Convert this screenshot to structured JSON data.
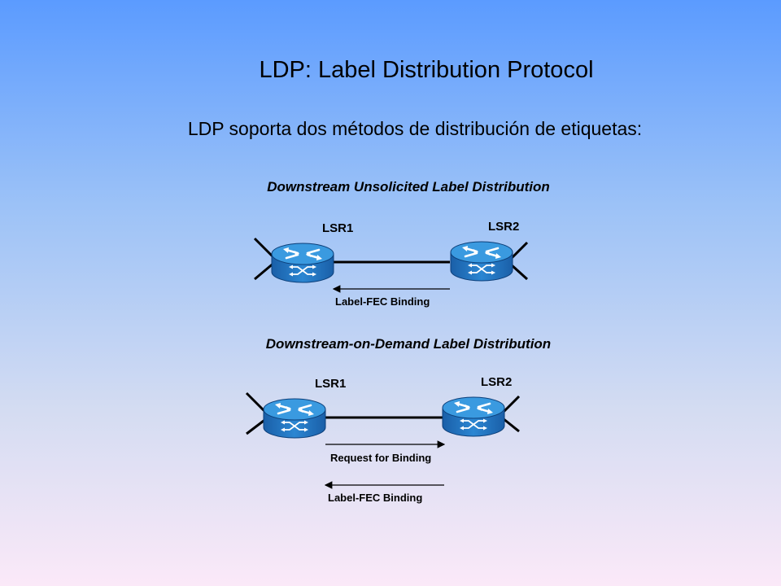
{
  "slide": {
    "title": "LDP: Label Distribution Protocol",
    "subtitle": "LDP soporta dos métodos de distribución de etiquetas:"
  },
  "diagrams": [
    {
      "heading": "Downstream Unsolicited Label Distribution",
      "router_left": "LSR1",
      "router_right": "LSR2",
      "arrows": [
        {
          "label": "Label-FEC Binding",
          "direction": "right-to-left"
        }
      ]
    },
    {
      "heading": "Downstream-on-Demand Label Distribution",
      "router_left": "LSR1",
      "router_right": "LSR2",
      "arrows": [
        {
          "label": "Request for Binding",
          "direction": "left-to-right"
        },
        {
          "label": "Label-FEC Binding",
          "direction": "right-to-left"
        }
      ]
    }
  ],
  "colors": {
    "router_top": "#2b8fd6",
    "router_side": "#1466b2",
    "router_symbol": "#ffffff",
    "line": "#000000"
  }
}
